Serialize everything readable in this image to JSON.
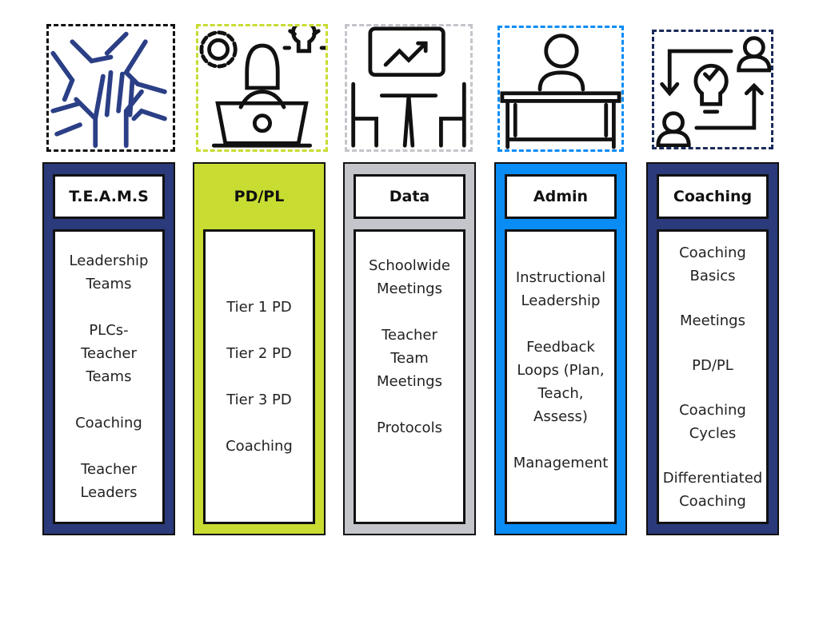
{
  "columns": [
    {
      "title": "T.E.A.M.S",
      "color": "#2b3a7a",
      "icon": "hands-together-icon",
      "items": [
        "Leadership\nTeams",
        "PLCs-\nTeacher\nTeams",
        "Coaching",
        "Teacher\nLeaders"
      ]
    },
    {
      "title": "PD/PL",
      "color": "#c8dc32",
      "icon": "person-laptop-icon",
      "items": [
        "Tier 1 PD",
        "Tier 2 PD",
        "Tier 3 PD",
        "Coaching"
      ]
    },
    {
      "title": "Data",
      "color": "#c4c5ca",
      "icon": "meeting-chart-icon",
      "items": [
        "Schoolwide\nMeetings",
        "Teacher\nTeam\nMeetings",
        "Protocols"
      ]
    },
    {
      "title": "Admin",
      "color": "#0a8cf5",
      "icon": "person-desk-icon",
      "items": [
        "Instructional\nLeadership",
        "Feedback\nLoops (Plan,\nTeach,\nAssess)",
        "Management"
      ]
    },
    {
      "title": "Coaching",
      "color": "#2b3a7a",
      "icon": "coaching-cycle-icon",
      "items": [
        "Coaching\nBasics",
        "Meetings",
        "PD/PL",
        "Coaching\nCycles",
        "Differentiated\nCoaching"
      ]
    }
  ]
}
